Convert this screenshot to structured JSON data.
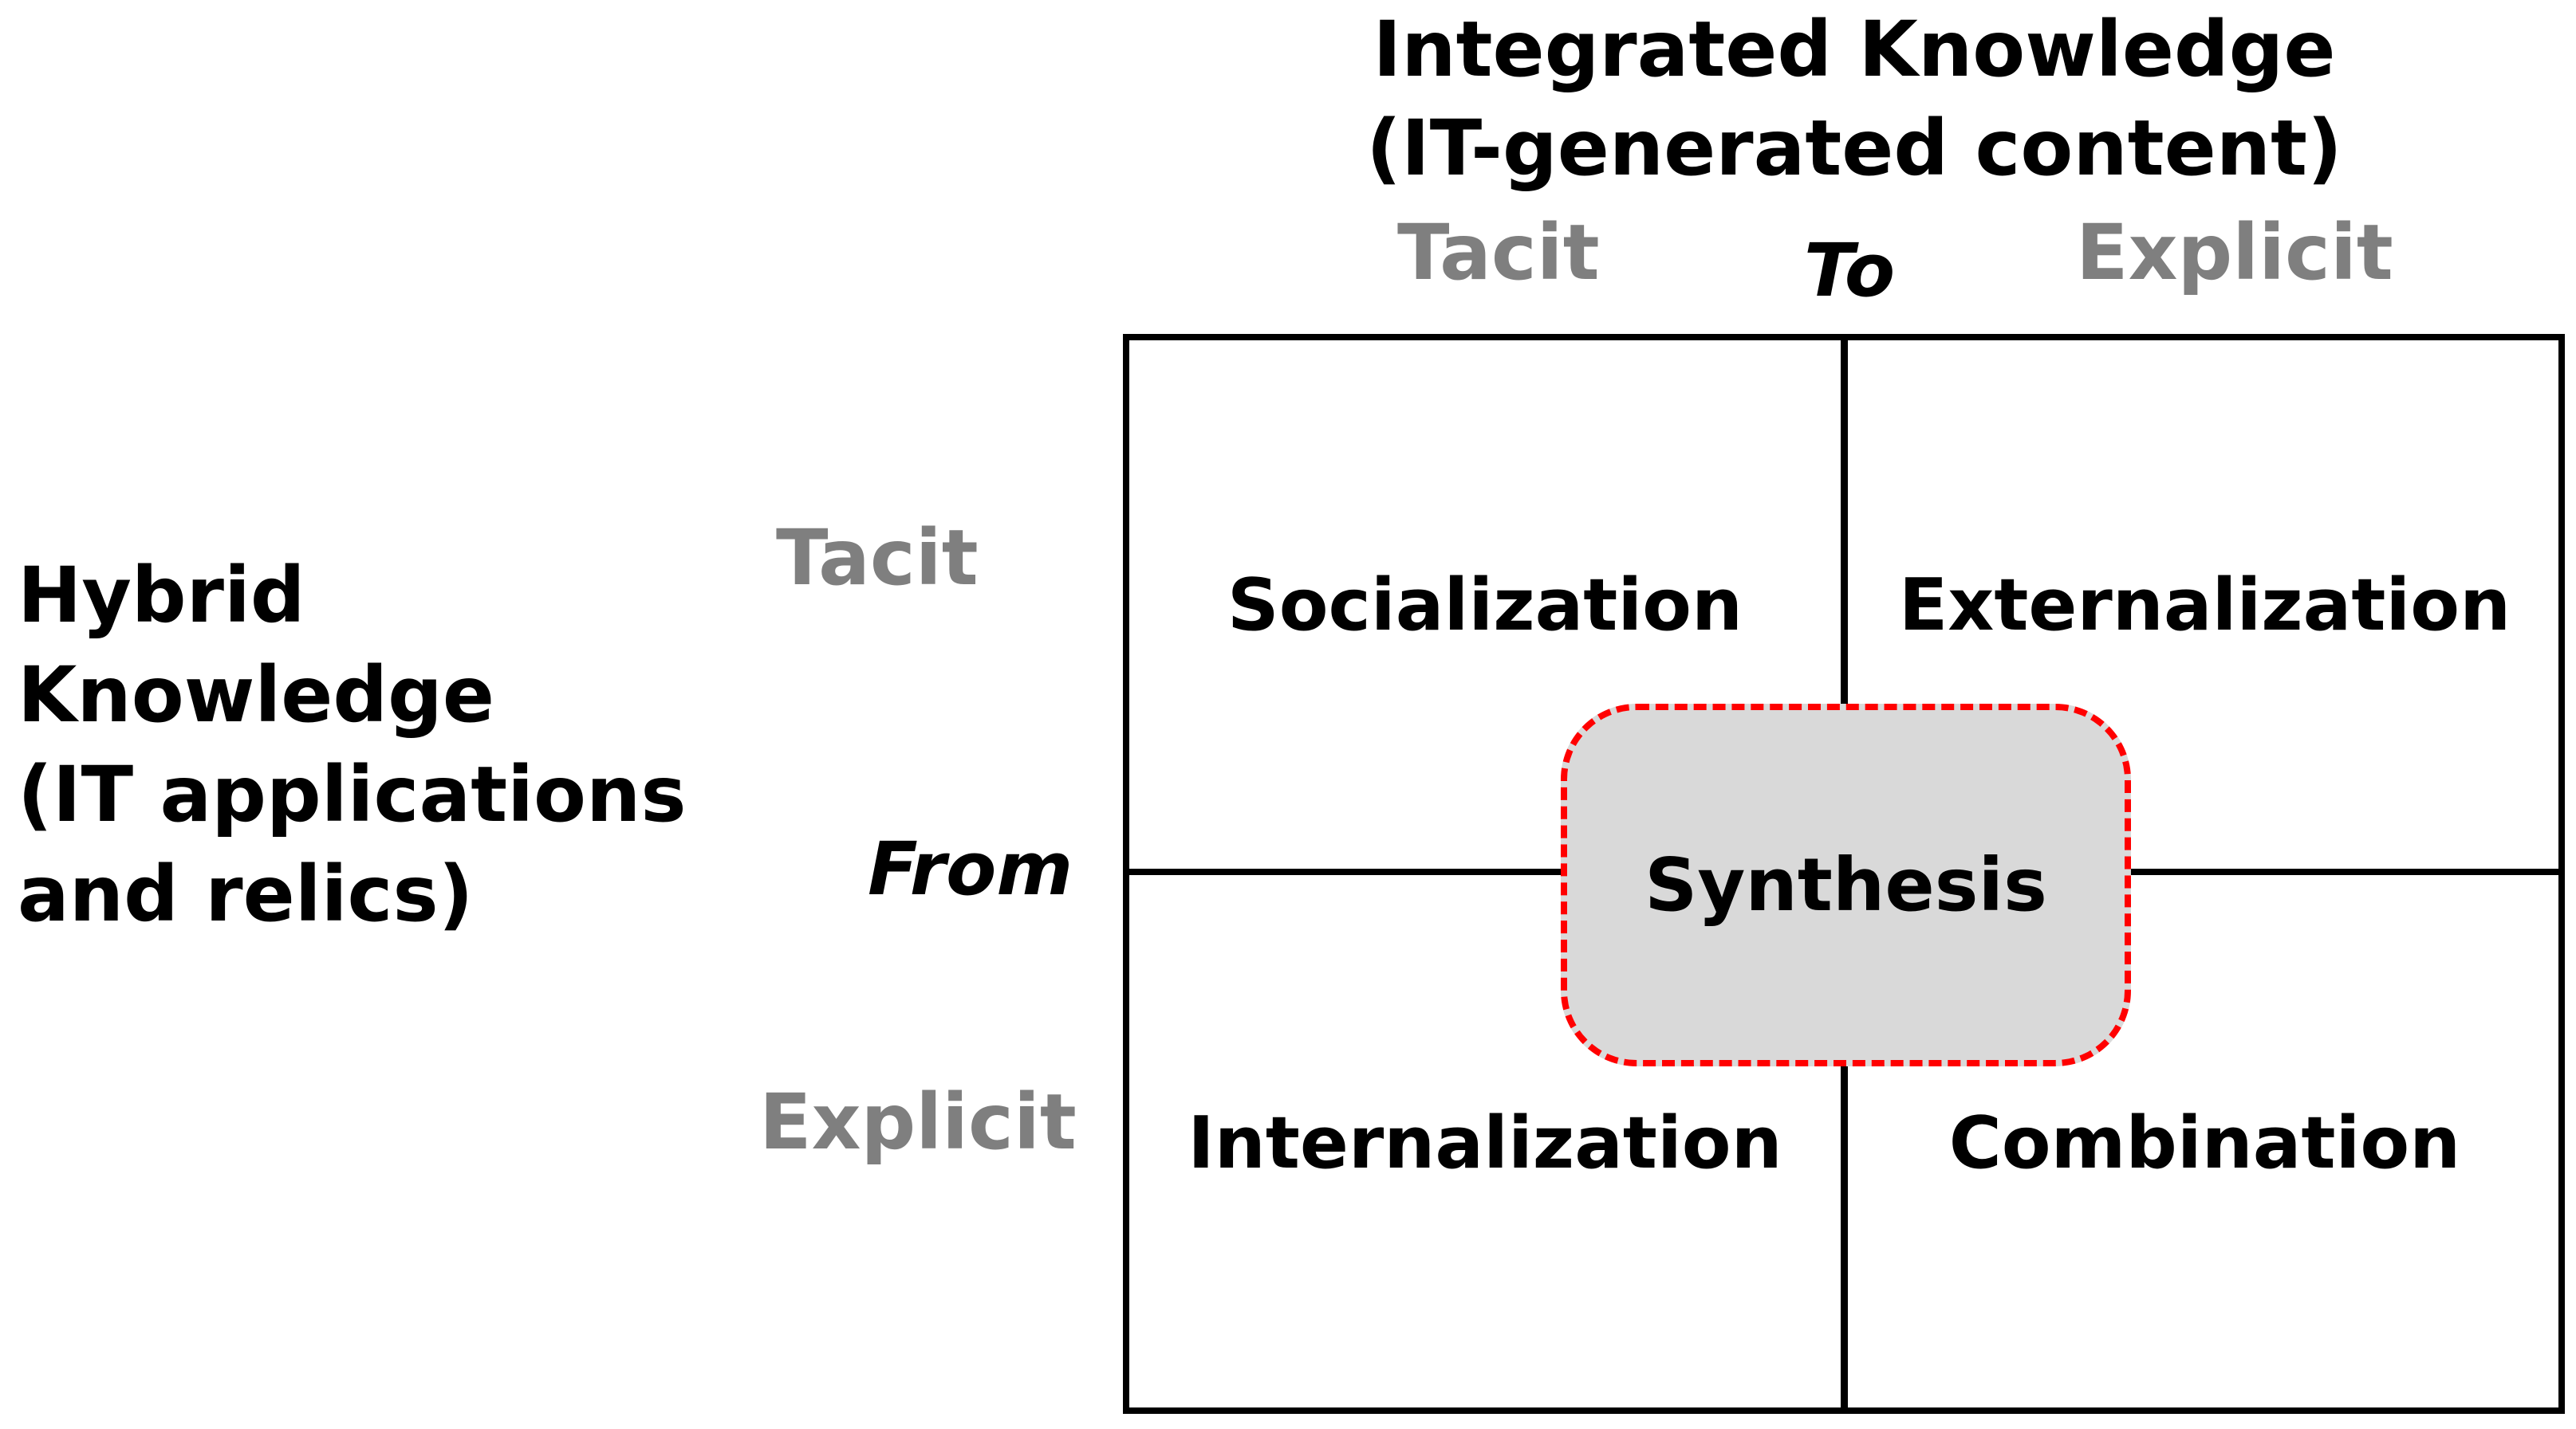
{
  "top_heading": {
    "line1": "Integrated Knowledge",
    "line2": "(IT-generated content)"
  },
  "columns": {
    "left_label": "Tacit",
    "direction_label": "To",
    "right_label": "Explicit"
  },
  "left_heading": {
    "line1": "Hybrid",
    "line2": "Knowledge",
    "line3": "(IT applications",
    "line4": "and relics)"
  },
  "rows": {
    "top_label": "Tacit",
    "direction_label": "From",
    "bottom_label": "Explicit"
  },
  "quadrants": {
    "top_left": "Socialization",
    "top_right": "Externalization",
    "bottom_left": "Internalization",
    "bottom_right": "Combination"
  },
  "center": {
    "label": "Synthesis"
  },
  "colors": {
    "axis_label": "#7f7f7f",
    "center_fill": "#d9d9d9",
    "center_border": "#ff0000",
    "lines": "#000000"
  }
}
